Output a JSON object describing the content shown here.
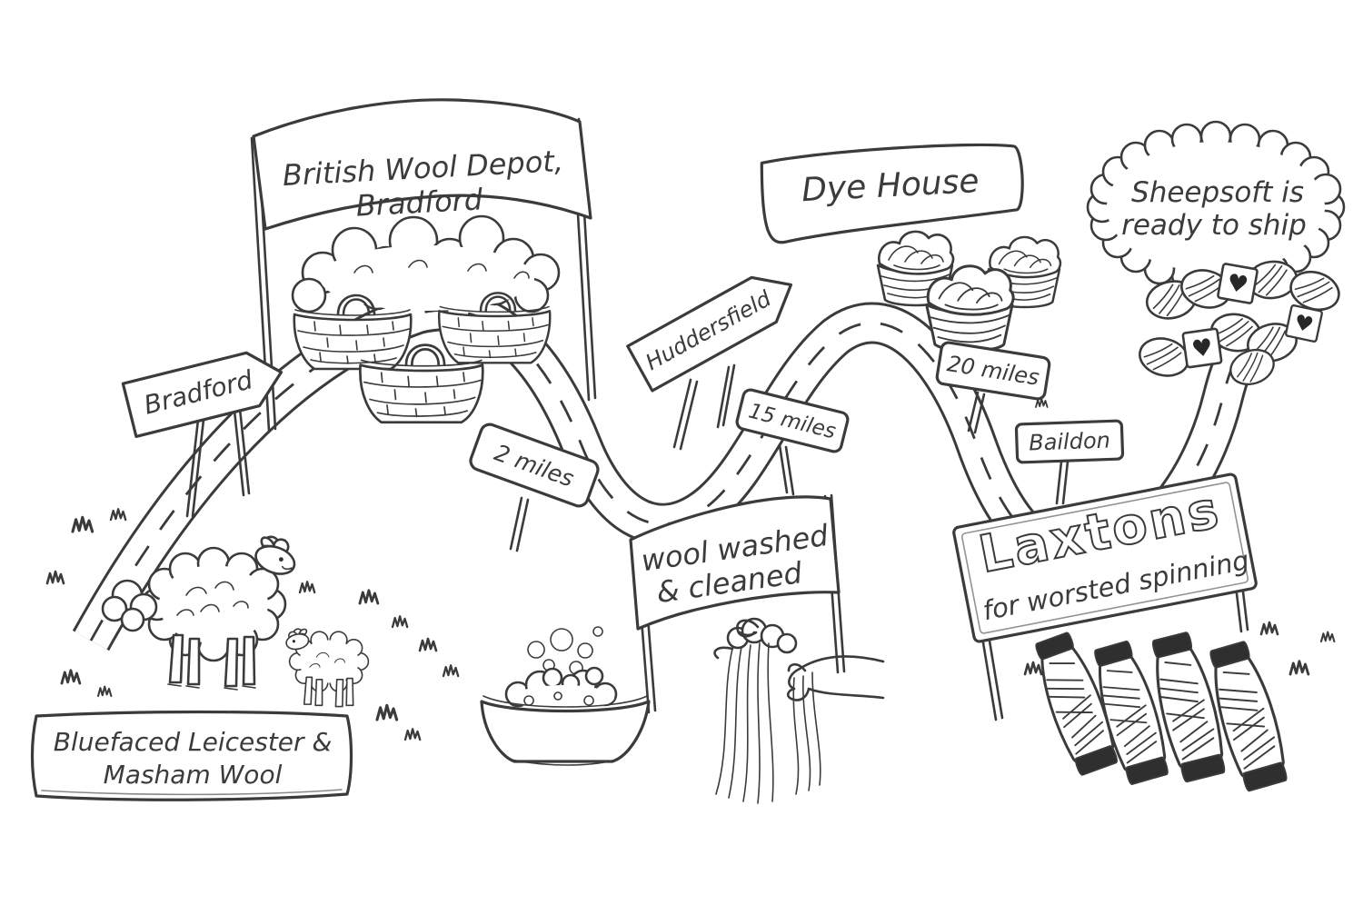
{
  "map": {
    "depot_banner": {
      "line1": "British Wool Depot,",
      "line2": "Bradford"
    },
    "signposts": {
      "bradford": "Bradford",
      "huddersfield": "Huddersfield",
      "baildon": "Baildon"
    },
    "distances": {
      "leg1": "2 miles",
      "leg2": "15 miles",
      "leg3": "20 miles"
    },
    "dye_house": {
      "label": "Dye House"
    },
    "wash_banner": {
      "line1": "wool washed",
      "line2": "& cleaned"
    },
    "spinning_sign": {
      "name": "Laxtons",
      "tagline": "for worsted spinning"
    },
    "ship_bubble": {
      "line1": "Sheepsoft is",
      "line2": "ready to ship"
    },
    "breed_sign": {
      "line1": "Bluefaced Leicester &",
      "line2": "Masham Wool"
    },
    "icons": {
      "heart": "♥"
    }
  }
}
